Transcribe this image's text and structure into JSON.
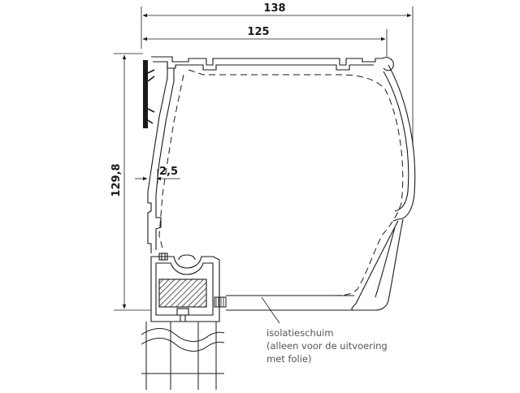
{
  "dimensions": {
    "overall_width": "138",
    "inner_width": "125",
    "height": "129,8",
    "gap": "2,5"
  },
  "annotation": {
    "line1": "isolatieschuim",
    "line2": "(alleen voor de uitvoering",
    "line3": "met folie)"
  },
  "colors": {
    "line": "#1a1a1a",
    "hatch": "#333333",
    "note": "#555555"
  }
}
